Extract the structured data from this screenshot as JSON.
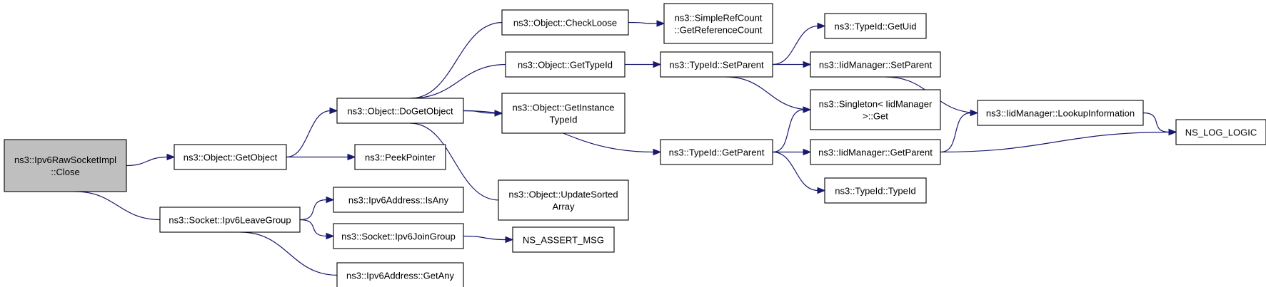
{
  "diagram": {
    "title": "",
    "colors": {
      "edge": "#191970",
      "root_fill": "#bfbfbf",
      "node_fill": "#ffffff",
      "border": "#000000"
    },
    "nodes": [
      {
        "id": "root",
        "lines": [
          "ns3::Ipv6RawSocketImpl",
          "::Close"
        ],
        "root": true
      },
      {
        "id": "getobject",
        "lines": [
          "ns3::Object::GetObject"
        ]
      },
      {
        "id": "leavegroup",
        "lines": [
          "ns3::Socket::Ipv6LeaveGroup"
        ]
      },
      {
        "id": "dogetobject",
        "lines": [
          "ns3::Object::DoGetObject"
        ]
      },
      {
        "id": "peekpointer",
        "lines": [
          "ns3::PeekPointer"
        ]
      },
      {
        "id": "isany",
        "lines": [
          "ns3::Ipv6Address::IsAny"
        ]
      },
      {
        "id": "joingroup",
        "lines": [
          "ns3::Socket::Ipv6JoinGroup"
        ]
      },
      {
        "id": "getany",
        "lines": [
          "ns3::Ipv6Address::GetAny"
        ]
      },
      {
        "id": "checkloose",
        "lines": [
          "ns3::Object::CheckLoose"
        ]
      },
      {
        "id": "gettypeid",
        "lines": [
          "ns3::Object::GetTypeId"
        ]
      },
      {
        "id": "getinstancetypeid",
        "lines": [
          "ns3::Object::GetInstance",
          "TypeId"
        ]
      },
      {
        "id": "updatesorted",
        "lines": [
          "ns3::Object::UpdateSorted",
          "Array"
        ]
      },
      {
        "id": "assertmsg",
        "lines": [
          "NS_ASSERT_MSG"
        ]
      },
      {
        "id": "getrefcount",
        "lines": [
          "ns3::SimpleRefCount",
          "::GetReferenceCount"
        ]
      },
      {
        "id": "setparent",
        "lines": [
          "ns3::TypeId::SetParent"
        ]
      },
      {
        "id": "getparent",
        "lines": [
          "ns3::TypeId::GetParent"
        ]
      },
      {
        "id": "getuid",
        "lines": [
          "ns3::TypeId::GetUid"
        ]
      },
      {
        "id": "iidsetparent",
        "lines": [
          "ns3::IidManager::SetParent"
        ]
      },
      {
        "id": "singleton",
        "lines": [
          "ns3::Singleton< IidManager",
          ">::Get"
        ]
      },
      {
        "id": "iidgetparent",
        "lines": [
          "ns3::IidManager::GetParent"
        ]
      },
      {
        "id": "typeidctor",
        "lines": [
          "ns3::TypeId::TypeId"
        ]
      },
      {
        "id": "lookupinfo",
        "lines": [
          "ns3::IidManager::LookupInformation"
        ]
      },
      {
        "id": "loglogic",
        "lines": [
          "NS_LOG_LOGIC"
        ]
      }
    ],
    "edges": [
      [
        "root",
        "getobject"
      ],
      [
        "root",
        "leavegroup"
      ],
      [
        "getobject",
        "dogetobject"
      ],
      [
        "getobject",
        "peekpointer"
      ],
      [
        "dogetobject",
        "checkloose"
      ],
      [
        "dogetobject",
        "gettypeid"
      ],
      [
        "dogetobject",
        "getinstancetypeid"
      ],
      [
        "dogetobject",
        "getparent"
      ],
      [
        "dogetobject",
        "updatesorted"
      ],
      [
        "checkloose",
        "getrefcount"
      ],
      [
        "gettypeid",
        "setparent"
      ],
      [
        "setparent",
        "getuid"
      ],
      [
        "setparent",
        "iidsetparent"
      ],
      [
        "setparent",
        "singleton"
      ],
      [
        "iidsetparent",
        "lookupinfo"
      ],
      [
        "getparent",
        "singleton"
      ],
      [
        "getparent",
        "iidgetparent"
      ],
      [
        "getparent",
        "typeidctor"
      ],
      [
        "iidgetparent",
        "lookupinfo"
      ],
      [
        "iidgetparent",
        "loglogic"
      ],
      [
        "lookupinfo",
        "loglogic"
      ],
      [
        "leavegroup",
        "isany"
      ],
      [
        "leavegroup",
        "joingroup"
      ],
      [
        "leavegroup",
        "getany"
      ],
      [
        "joingroup",
        "assertmsg"
      ]
    ]
  }
}
